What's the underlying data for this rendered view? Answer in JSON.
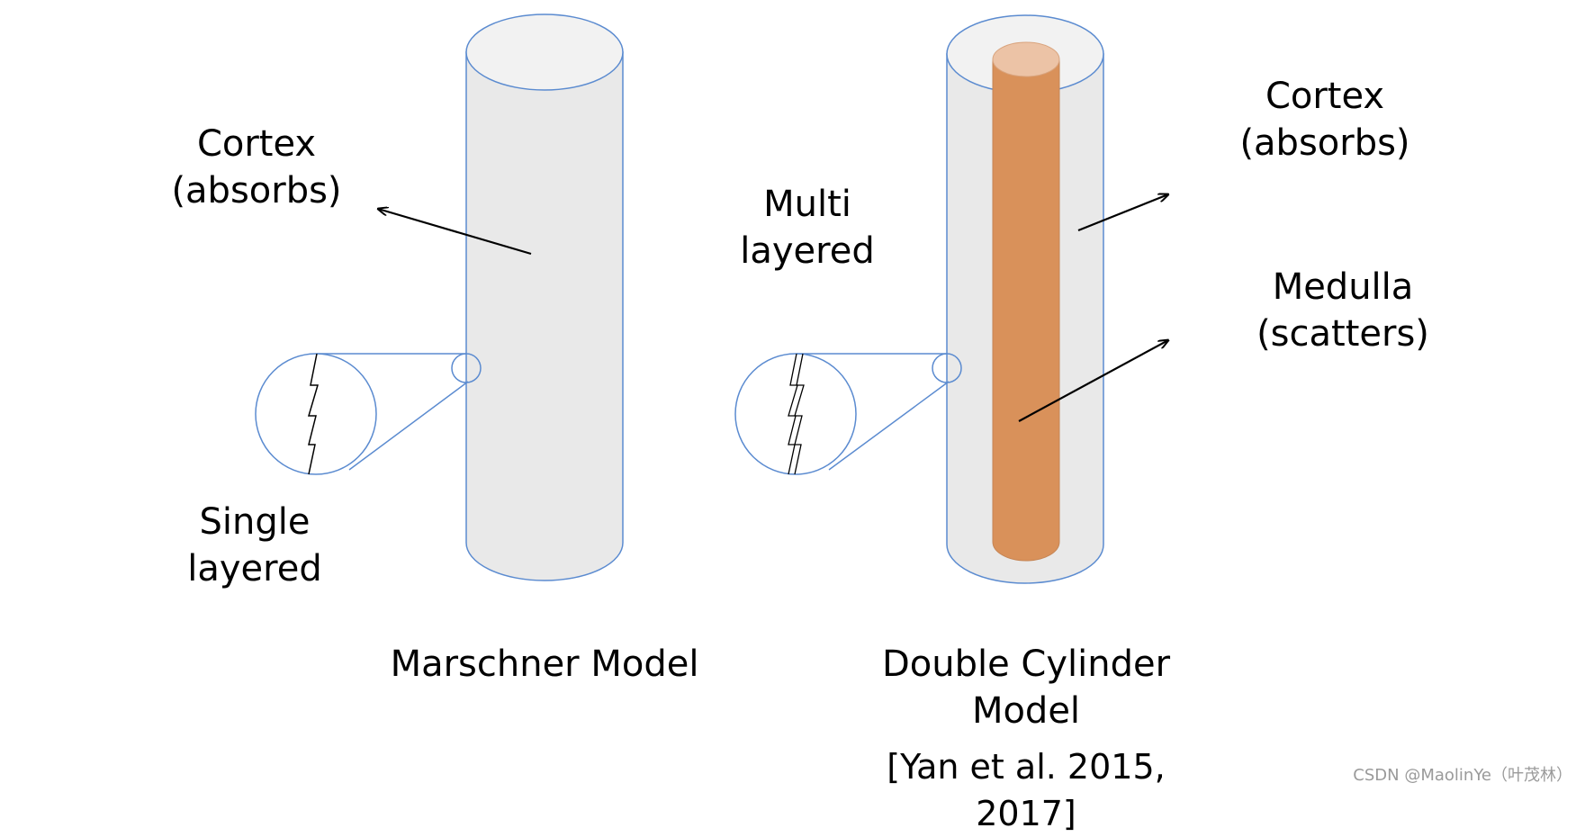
{
  "labels": {
    "left_cortex": "Cortex\n(absorbs)",
    "single_layered": "Single\nlayered",
    "marschner_model": "Marschner Model",
    "multi_layered": "Multi\nlayered",
    "right_cortex": "Cortex\n(absorbs)",
    "medulla": "Medulla\n(scatters)",
    "double_cylinder_model": "Double Cylinder\nModel",
    "citation": "[Yan et al. 2015, 2017]"
  },
  "watermark": "CSDN @MaolinYe（叶茂林）",
  "colors": {
    "cortex_fill": "#e9e9e9",
    "cortex_top": "#f2f2f2",
    "outline": "#5b8bd0",
    "medulla_fill": "#d9915a",
    "medulla_top": "#ecc3a6",
    "arrow": "#000000"
  }
}
